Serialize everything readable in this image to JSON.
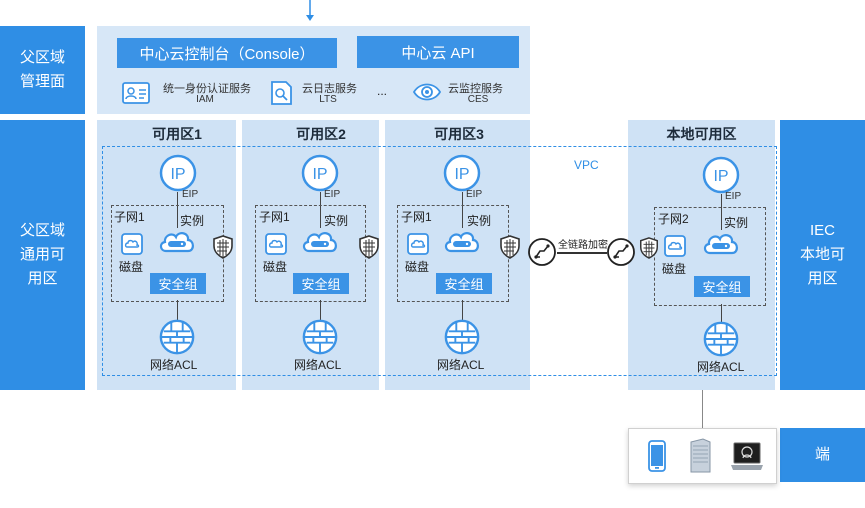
{
  "left_labels": {
    "mgmt": [
      "父区域",
      "管理面"
    ],
    "general": [
      "父区域",
      "通用可",
      "用区"
    ]
  },
  "right_labels": {
    "iec": [
      "IEC",
      "本地可",
      "用区"
    ],
    "end": "端"
  },
  "mgmt": {
    "console": "中心云控制台（Console）",
    "api": "中心云 API",
    "services": [
      {
        "name": "统一身份认证服务",
        "code": "IAM",
        "icon": "id-card-icon"
      },
      {
        "name": "云日志服务",
        "code": "LTS",
        "icon": "log-search-icon"
      },
      {
        "name": "云监控服务",
        "code": "CES",
        "icon": "eye-icon"
      }
    ],
    "ellipsis": "..."
  },
  "zones": [
    {
      "title": "可用区1",
      "subnet": "子网1"
    },
    {
      "title": "可用区2",
      "subnet": "子网1"
    },
    {
      "title": "可用区3",
      "subnet": "子网1"
    }
  ],
  "local_zone": {
    "title": "本地可用区",
    "subnet": "子网2"
  },
  "common": {
    "ip": "IP",
    "eip": "EIP",
    "instance": "实例",
    "disk": "磁盘",
    "sg": "安全组",
    "acl": "网络ACL",
    "vpc": "VPC",
    "link": "全链路加密"
  },
  "colors": {
    "primary_blue": "#2f8ee5",
    "panel_light": "#d7e7f7",
    "icon_blue": "#3b93e6"
  },
  "devices": [
    "phone-icon",
    "server-icon",
    "laptop-icon"
  ]
}
